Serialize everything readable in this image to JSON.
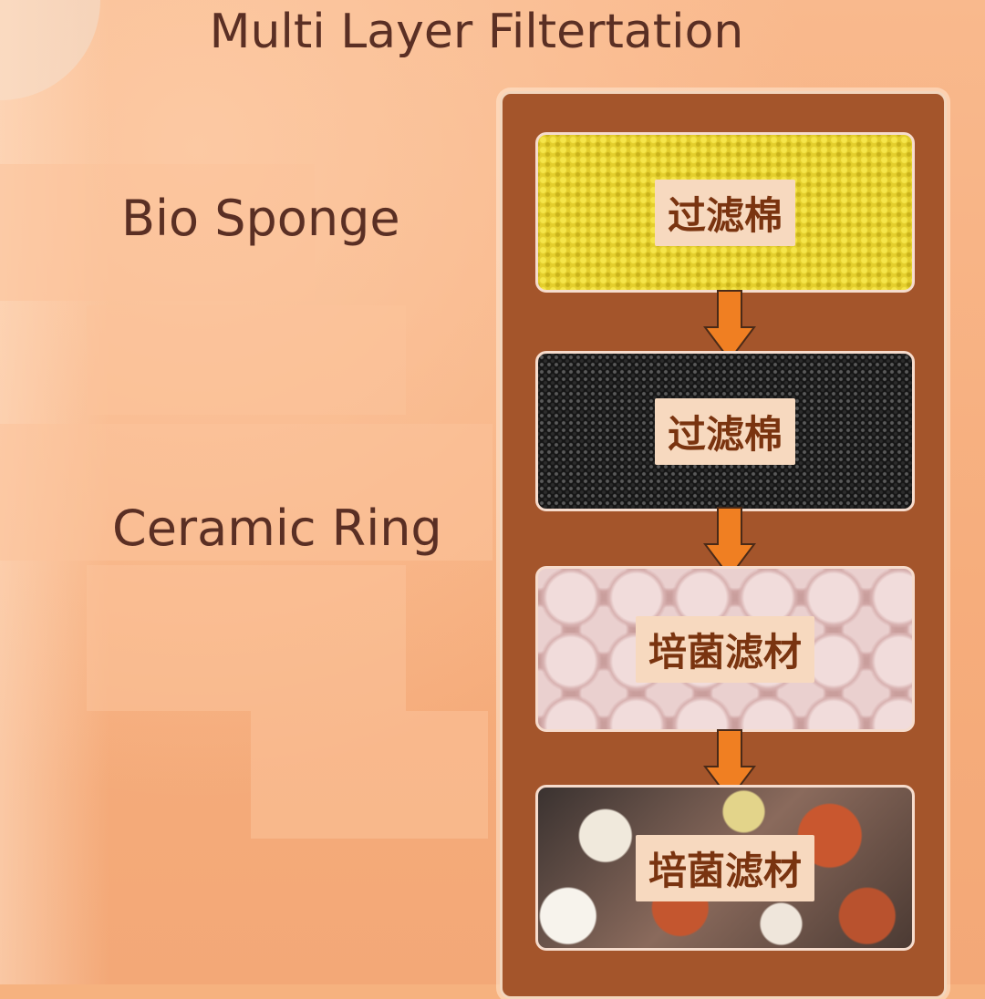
{
  "title": "Multi Layer Filtertation",
  "side_labels": {
    "bio_sponge": "Bio Sponge",
    "ceramic_ring": "Ceramic Ring"
  },
  "layers": [
    {
      "label": "过滤棉",
      "material": "yellow filter sponge"
    },
    {
      "label": "过滤棉",
      "material": "black filter sponge"
    },
    {
      "label": "培菌滤材",
      "material": "ceramic balls"
    },
    {
      "label": "培菌滤材",
      "material": "mixed bio media"
    }
  ],
  "colors": {
    "background": "#f6b27f",
    "panel": "#a4552b",
    "arrow": "#f07f22",
    "label_bg": "#f7d9bf",
    "label_text": "#7a3410",
    "heading_text": "#5a2f24"
  }
}
